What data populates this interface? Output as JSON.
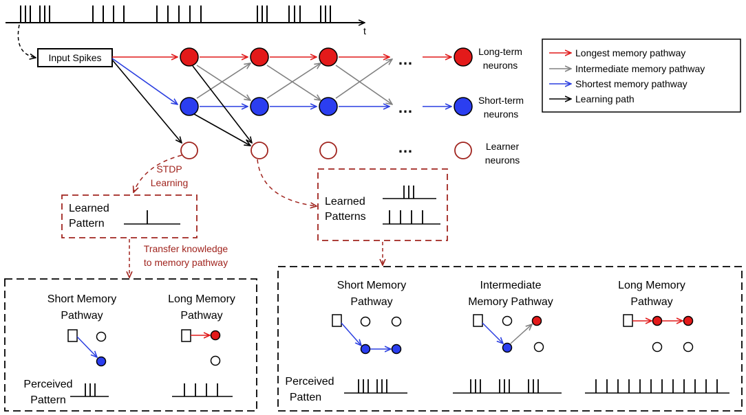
{
  "colors": {
    "red": "#e01818",
    "blue": "#2a3ee0",
    "gray": "#808080",
    "black": "#000000",
    "dark_red": "#a0241e",
    "node_red": "#e31a1a",
    "node_blue": "#2b3ef0"
  },
  "timeline": {
    "axis_label": "t"
  },
  "input_box": {
    "label": "Input Spikes"
  },
  "neurons": {
    "long_term": [
      "Long-term",
      "neurons"
    ],
    "short_term": [
      "Short-term",
      "neurons"
    ],
    "learner": [
      "Learner",
      "neurons"
    ],
    "ellipsis": "…"
  },
  "legend": {
    "items": [
      {
        "label": "Longest memory pathway",
        "color": "#e01818"
      },
      {
        "label": "Intermediate memory pathway",
        "color": "#808080"
      },
      {
        "label": "Shortest memory pathway",
        "color": "#2a3ee0"
      },
      {
        "label": "Learning path",
        "color": "#000000"
      }
    ]
  },
  "stdp": {
    "line1": "STDP",
    "line2": "Learning"
  },
  "learned_pattern_left": {
    "line1": "Learned",
    "line2": "Pattern"
  },
  "learned_patterns_right": {
    "line1": "Learned",
    "line2": "Patterns"
  },
  "transfer": {
    "line1": "Transfer knowledge",
    "line2": "to memory pathway"
  },
  "bottom_left": {
    "short": [
      "Short Memory",
      "Pathway"
    ],
    "long": [
      "Long Memory",
      "Pathway"
    ],
    "perceived": [
      "Perceived",
      "Pattern"
    ]
  },
  "bottom_right": {
    "short": [
      "Short Memory",
      "Pathway"
    ],
    "intermediate": [
      "Intermediate",
      "Memory Pathway"
    ],
    "long": [
      "Long Memory",
      "Pathway"
    ],
    "perceived": [
      "Perceived",
      "Patten"
    ]
  }
}
